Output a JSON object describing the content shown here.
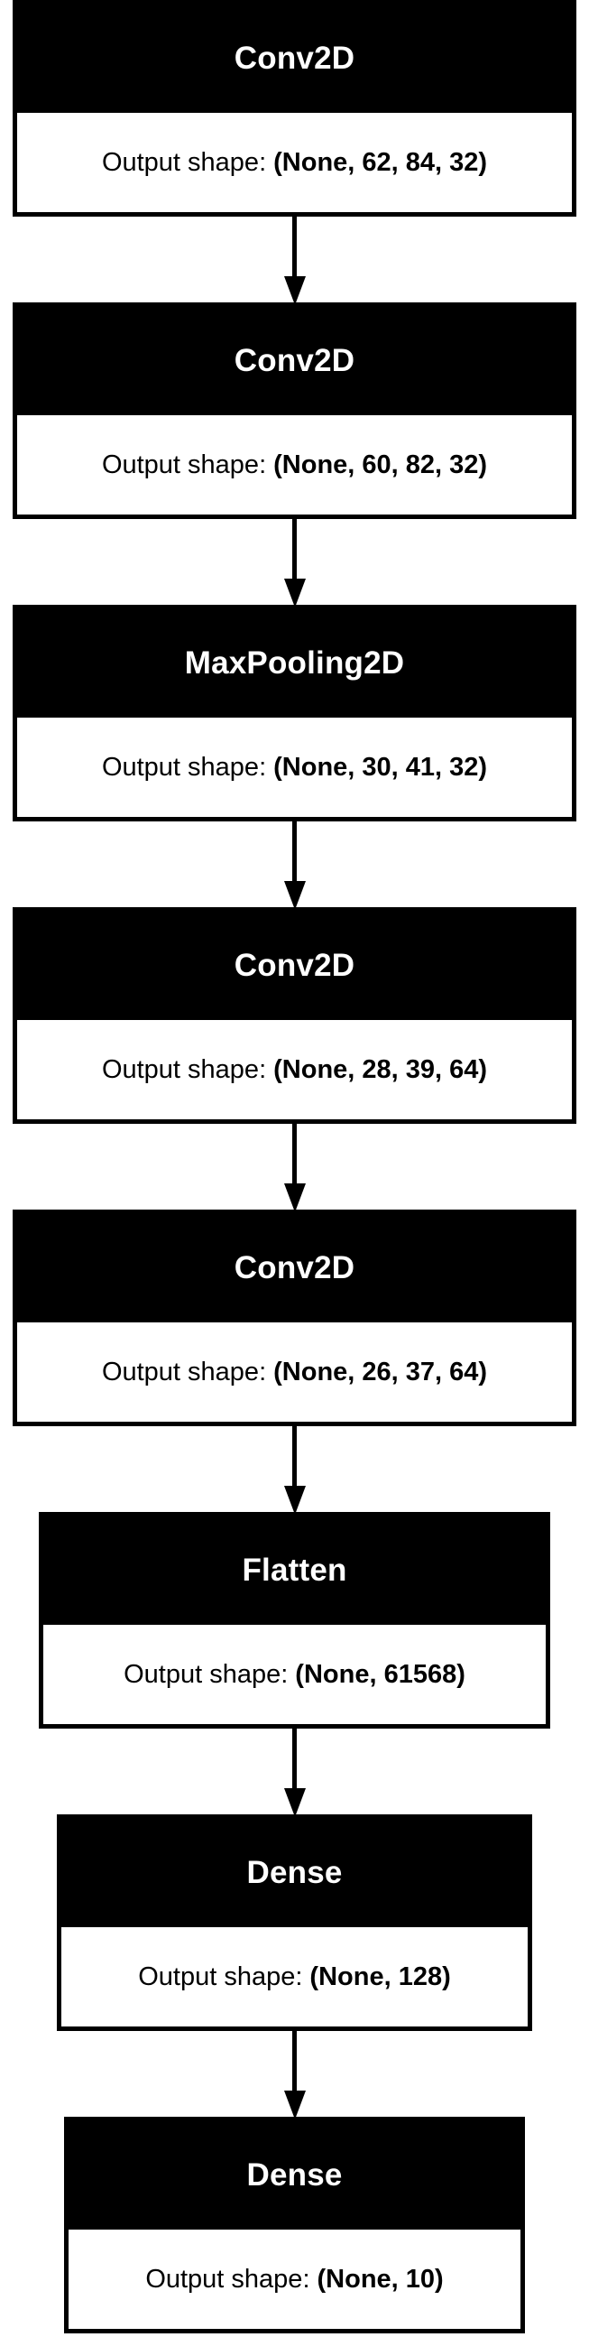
{
  "diagram": {
    "output_label": "Output shape:",
    "layers": [
      {
        "type": "Conv2D",
        "shape": "(None, 62, 84, 32)"
      },
      {
        "type": "Conv2D",
        "shape": "(None, 60, 82, 32)"
      },
      {
        "type": "MaxPooling2D",
        "shape": "(None, 30, 41, 32)"
      },
      {
        "type": "Conv2D",
        "shape": "(None, 28, 39, 64)"
      },
      {
        "type": "Conv2D",
        "shape": "(None, 26, 37, 64)"
      },
      {
        "type": "Flatten",
        "shape": "(None, 61568)"
      },
      {
        "type": "Dense",
        "shape": "(None, 128)"
      },
      {
        "type": "Dense",
        "shape": "(None, 10)"
      }
    ]
  }
}
